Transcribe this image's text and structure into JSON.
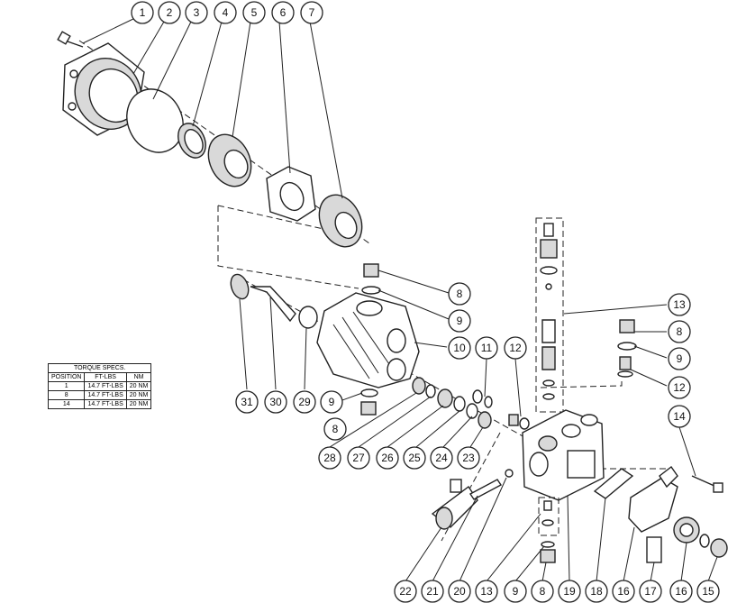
{
  "torque_table": {
    "title": "TORQUE SPECS.",
    "headers": [
      "POSITION",
      "FT-LBS",
      "NM"
    ],
    "rows": [
      [
        "1",
        "14.7 FT-LBS",
        "20 NM"
      ],
      [
        "8",
        "14.7 FT-LBS",
        "20 NM"
      ],
      [
        "14",
        "14.7 FT-LBS",
        "20 NM"
      ]
    ]
  },
  "callouts": [
    {
      "label": "1"
    },
    {
      "label": "2"
    },
    {
      "label": "3"
    },
    {
      "label": "4"
    },
    {
      "label": "5"
    },
    {
      "label": "6"
    },
    {
      "label": "7"
    },
    {
      "label": "8"
    },
    {
      "label": "9"
    },
    {
      "label": "10"
    },
    {
      "label": "11"
    },
    {
      "label": "12"
    },
    {
      "label": "13"
    },
    {
      "label": "8"
    },
    {
      "label": "9"
    },
    {
      "label": "12"
    },
    {
      "label": "14"
    },
    {
      "label": "31"
    },
    {
      "label": "30"
    },
    {
      "label": "29"
    },
    {
      "label": "9"
    },
    {
      "label": "8"
    },
    {
      "label": "28"
    },
    {
      "label": "27"
    },
    {
      "label": "26"
    },
    {
      "label": "25"
    },
    {
      "label": "24"
    },
    {
      "label": "23"
    },
    {
      "label": "22"
    },
    {
      "label": "21"
    },
    {
      "label": "20"
    },
    {
      "label": "13"
    },
    {
      "label": "9"
    },
    {
      "label": "8"
    },
    {
      "label": "19"
    },
    {
      "label": "18"
    },
    {
      "label": "16"
    },
    {
      "label": "17"
    },
    {
      "label": "16"
    },
    {
      "label": "15"
    }
  ]
}
